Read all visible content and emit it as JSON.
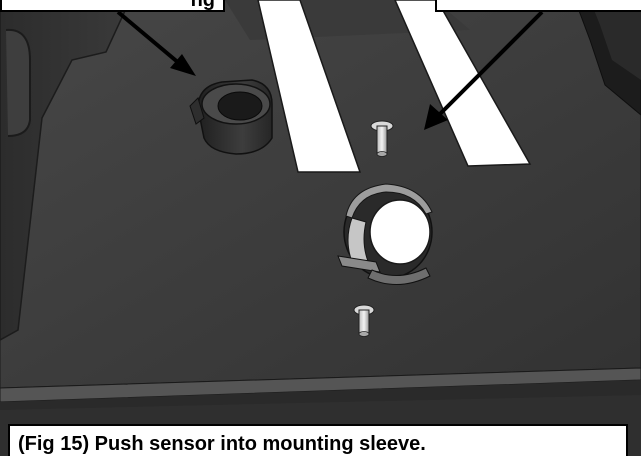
{
  "figure": {
    "caption": "(Fig 15) Push sensor into mounting sleeve.",
    "callout_left_text": "ng",
    "callout_right_text": "",
    "colors": {
      "panel": "#3b3b3b",
      "slot": "#ffffff",
      "outline": "#000000",
      "part_shade": "#2a2a2a"
    },
    "icons": [
      "sleeve-part",
      "screw-top",
      "screw-bottom",
      "mounting-hole"
    ]
  }
}
